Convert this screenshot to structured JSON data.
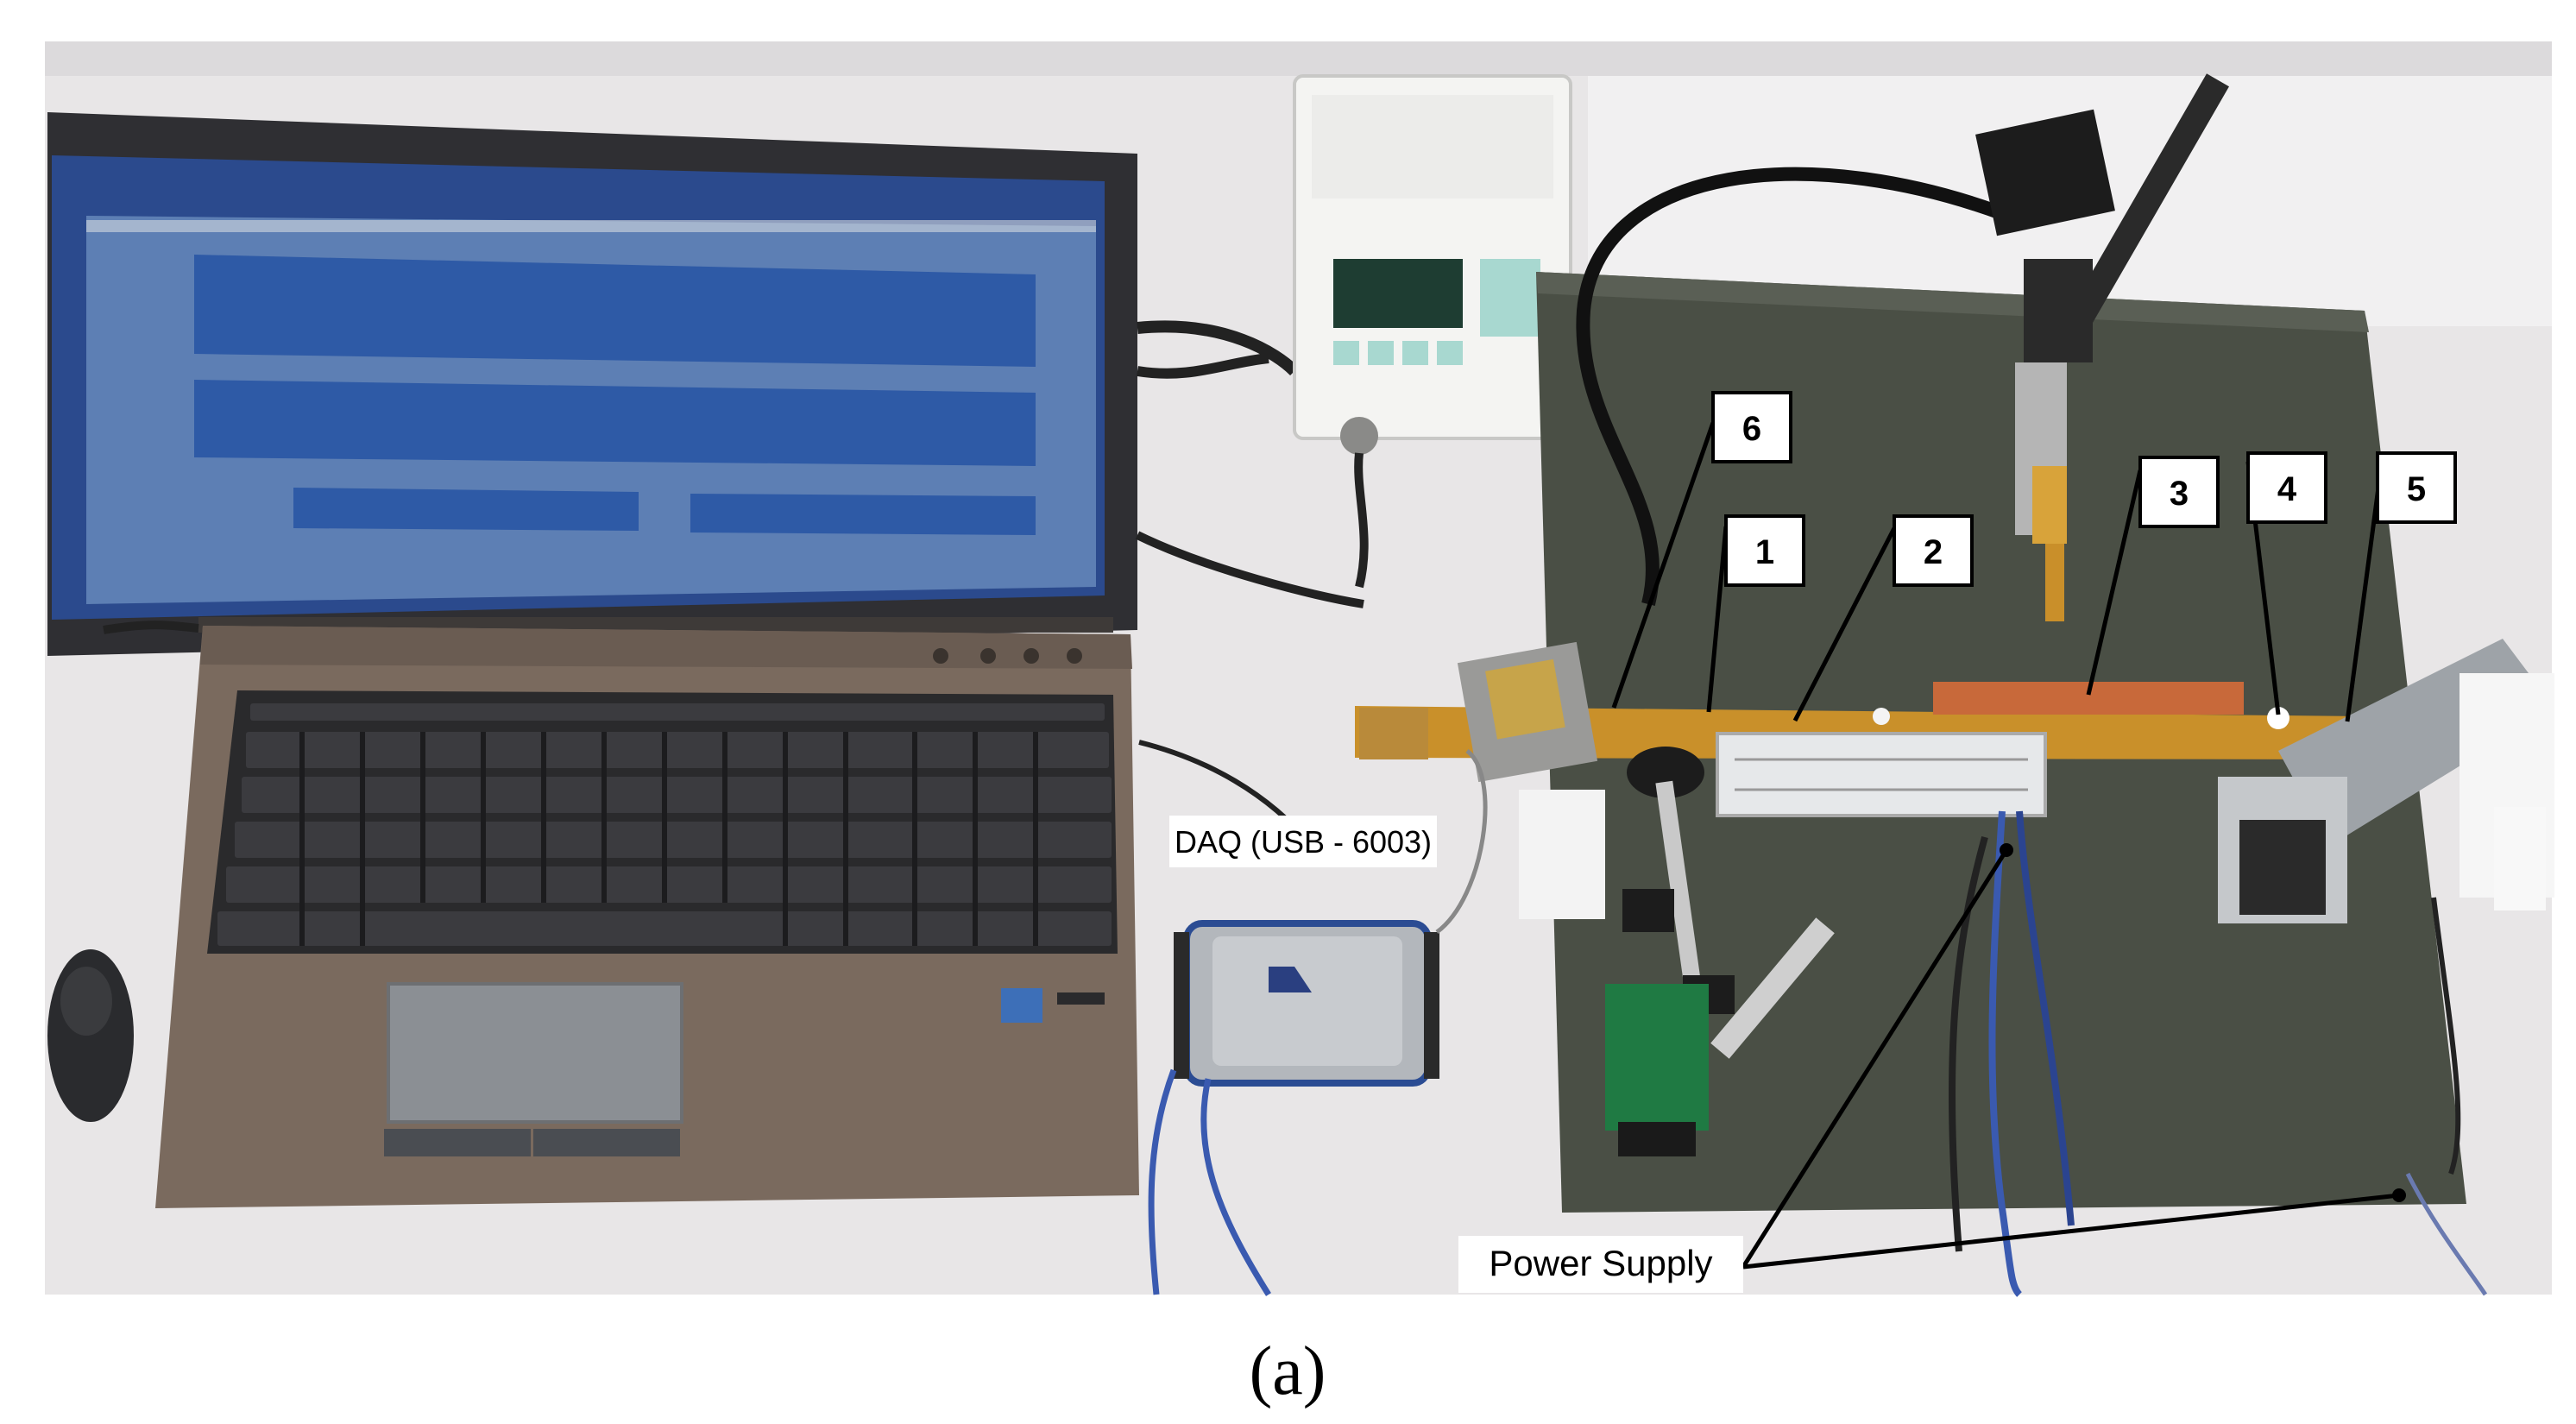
{
  "figure": {
    "caption": "(a)"
  },
  "callouts": [
    {
      "id": "callout-1",
      "label": "1"
    },
    {
      "id": "callout-2",
      "label": "2"
    },
    {
      "id": "callout-3",
      "label": "3"
    },
    {
      "id": "callout-4",
      "label": "4"
    },
    {
      "id": "callout-5",
      "label": "5"
    },
    {
      "id": "callout-6",
      "label": "6"
    }
  ],
  "labels": {
    "daq": "DAQ (USB - 6003)",
    "power_supply": "Power Supply"
  },
  "colors": {
    "desk": "#e9e7e8",
    "board": "#4a4f45",
    "laptop_body": "#7a6a5e",
    "laptop_screen": "#2b4a8d",
    "keyboard": "#2a2a2c",
    "beam": "#c9902a",
    "copper": "#c8693a",
    "magnet_base": "#1f7a43"
  }
}
